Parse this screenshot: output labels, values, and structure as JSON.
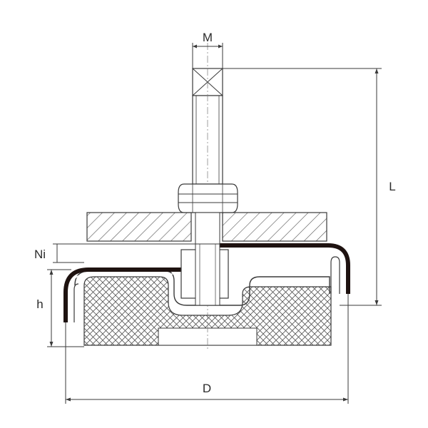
{
  "diagram": {
    "labels": {
      "thread": "M",
      "length": "L",
      "ni": "Ni",
      "height": "h",
      "diameter": "D"
    },
    "colors": {
      "line": "#3a3a3a",
      "shell": "#1e1210",
      "text": "#2b2b2b",
      "hatch": "#4a4a4a"
    }
  }
}
